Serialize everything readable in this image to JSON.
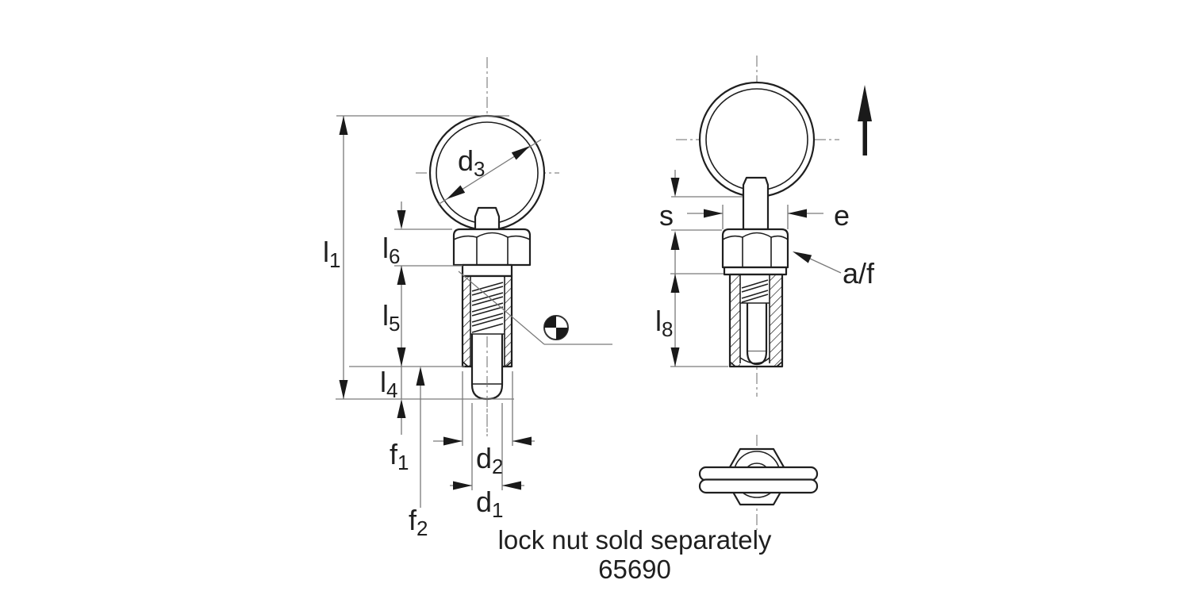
{
  "drawing": {
    "caption": {
      "line1": "lock nut sold separately",
      "line2": "65690"
    },
    "labels": {
      "l1": {
        "main": "l",
        "sub": "1"
      },
      "l6": {
        "main": "l",
        "sub": "6"
      },
      "l5": {
        "main": "l",
        "sub": "5"
      },
      "l4": {
        "main": "l",
        "sub": "4"
      },
      "f1": {
        "main": "f",
        "sub": "1"
      },
      "f2": {
        "main": "f",
        "sub": "2"
      },
      "d3": {
        "main": "d",
        "sub": "3"
      },
      "d2": {
        "main": "d",
        "sub": "2"
      },
      "d1": {
        "main": "d",
        "sub": "1"
      },
      "l8": {
        "main": "l",
        "sub": "8"
      },
      "s": {
        "main": "s",
        "sub": ""
      },
      "e": {
        "main": "e",
        "sub": ""
      },
      "af": {
        "main": "a/f",
        "sub": ""
      }
    },
    "symbols": {
      "centroid": "center-of-mass-symbol",
      "direction_arrow": "pull-direction-up-arrow"
    },
    "colors": {
      "background": "#ffffff",
      "outline_ink": "#1f1f1f",
      "dimension_line": "#7a7a7a",
      "arrowhead": "#1a1a1a",
      "text": "#1f1f1f"
    }
  }
}
